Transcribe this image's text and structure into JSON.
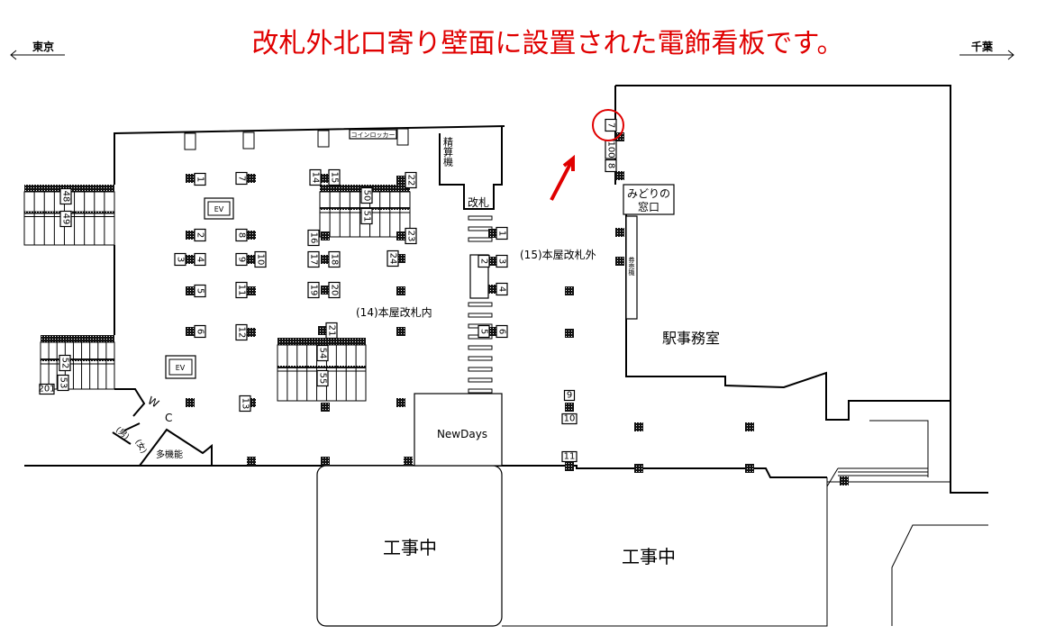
{
  "title": "改札外北口寄り壁面に設置された電飾看板です。",
  "colors": {
    "accent": "#e00000",
    "line": "#000000"
  },
  "direction": {
    "left": "東京",
    "right": "千葉"
  },
  "areas": {
    "inside_gate": "(14)本屋改札内",
    "outside_gate": "(15)本屋改札外",
    "gate": "改札",
    "fare_adjust": "精算機",
    "coin_locker": "コインロッカー",
    "shop": "NewDays",
    "station_office": "駅事務室",
    "construction_1": "工事中",
    "construction_2": "工事中",
    "ticket_office_1": "みどりの",
    "ticket_office_2": "窓口",
    "ticket_machine": "券売機",
    "ev": "EV",
    "wc_w": "W",
    "wc_c": "C",
    "wc_men": "(男)",
    "wc_women": "(女)",
    "multi_toilet": "多機能"
  },
  "sign_numbers": [
    "1",
    "7",
    "14",
    "15",
    "22",
    "48",
    "49",
    "50",
    "51",
    "16",
    "23",
    "2",
    "8",
    "3",
    "4",
    "9",
    "10",
    "17",
    "18",
    "24",
    "5",
    "11",
    "19",
    "20",
    "6",
    "12",
    "21",
    "54",
    "55",
    "52",
    "53",
    "201",
    "13",
    "1",
    "2",
    "3",
    "4",
    "5",
    "6",
    "7",
    "100",
    "8",
    "9",
    "10",
    "11"
  ],
  "highlighted_sign": "7"
}
